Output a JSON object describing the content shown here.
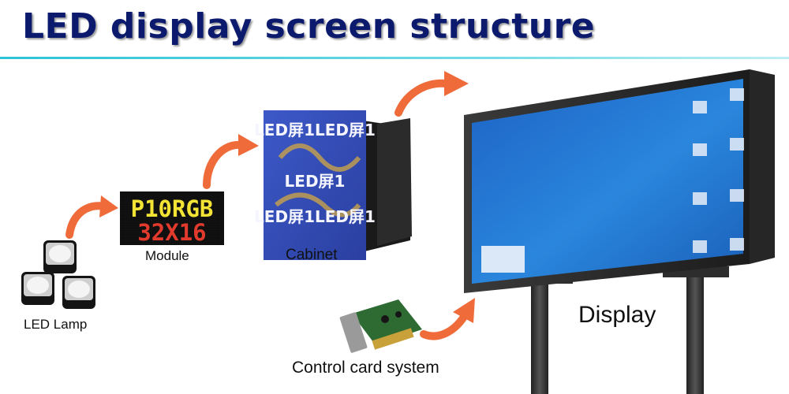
{
  "title": "LED display screen structure",
  "components": {
    "lamp": "LED Lamp",
    "module": "Module",
    "cabinet": "Cabinet",
    "display": "Display",
    "control": "Control card system"
  },
  "module_text": {
    "line1": "P10RGB",
    "line2": "32X16"
  },
  "cabinet_text": [
    "LED屏1LED屏1",
    "LED屏1",
    "LED屏1LED屏1"
  ],
  "colors": {
    "title": "#0c1a6e",
    "accent_rule": "#2ec3d6",
    "arrow": "#ef6b3a",
    "screen": "#1e6fcc"
  }
}
